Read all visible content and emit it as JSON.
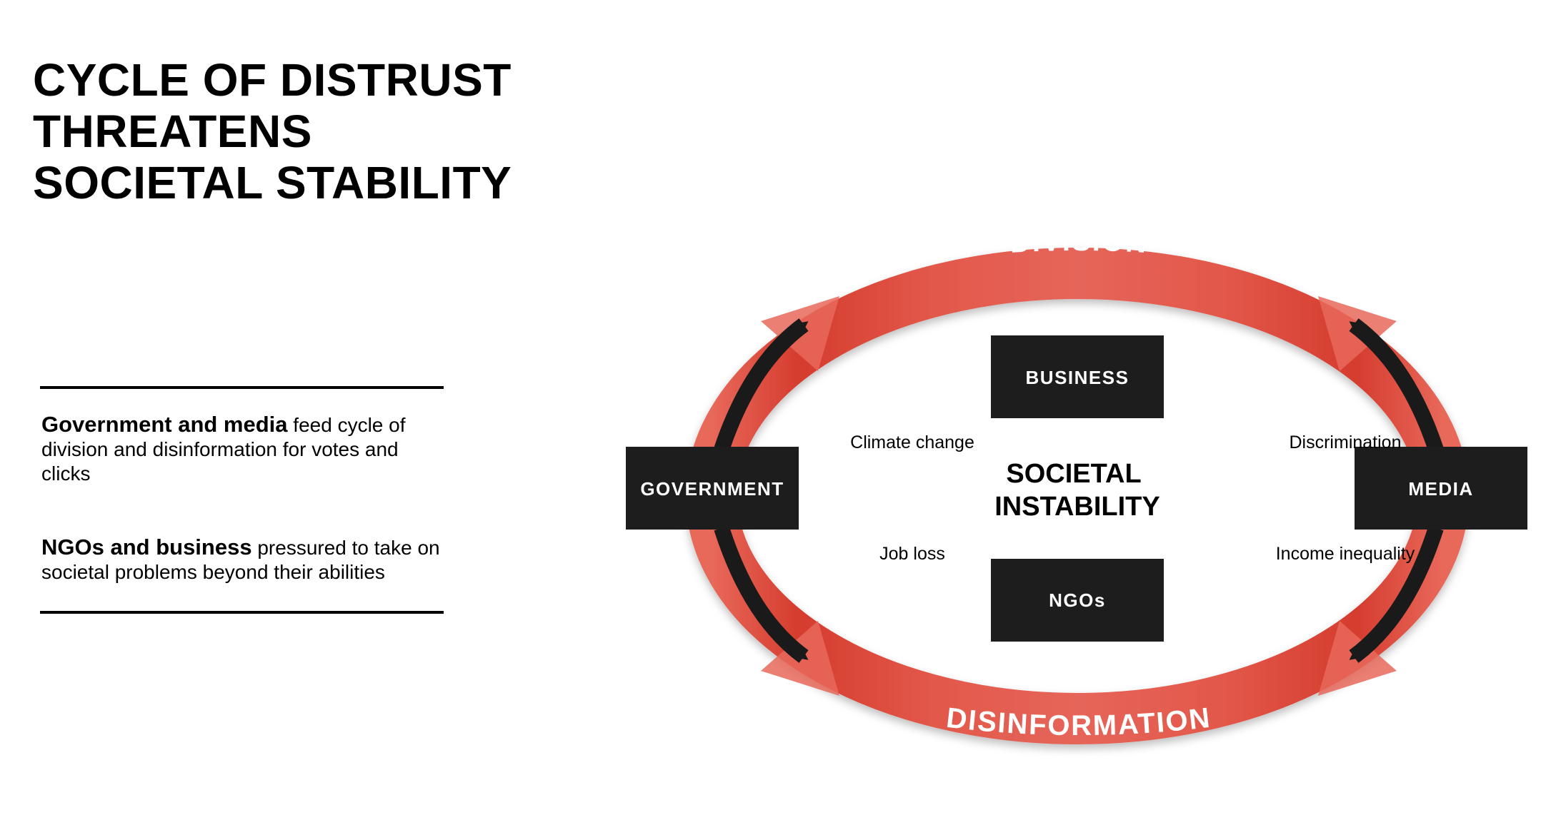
{
  "title": {
    "lines": [
      "CYCLE OF DISTRUST",
      "THREATENS",
      "SOCIETAL STABILITY"
    ]
  },
  "sidebar": {
    "paragraphs": [
      {
        "bold": "Government and media",
        "text": " feed cycle of division and disinformation for votes and clicks"
      },
      {
        "bold": "NGOs and business",
        "text": " pressured to take on societal problems beyond their abilities"
      }
    ]
  },
  "diagram": {
    "ring_top_label": "DIVISION",
    "ring_bottom_label": "DISINFORMATION",
    "boxes": {
      "government": "GOVERNMENT",
      "media": "MEDIA",
      "business": "BUSINESS",
      "ngos": "NGOs"
    },
    "center_label": [
      "SOCIETAL",
      "INSTABILITY"
    ],
    "issues": {
      "top_left": "Climate change",
      "top_right": "Discrimination",
      "bottom_left": "Job loss",
      "bottom_right": "Income inequality"
    },
    "colors": {
      "ring_dark": "#d23a2c",
      "ring_light": "#e8685a",
      "box_fill": "#1d1d1d",
      "box_text": "#ffffff",
      "arrow": "#1a1a1a"
    }
  }
}
